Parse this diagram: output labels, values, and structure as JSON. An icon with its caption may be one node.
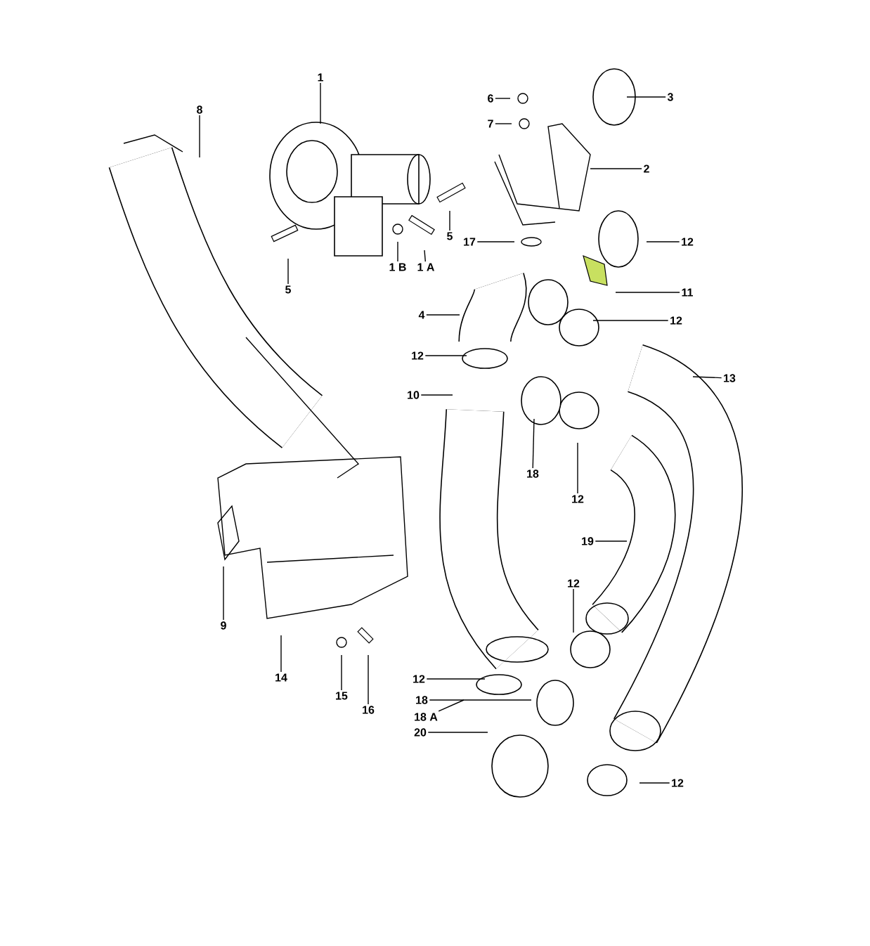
{
  "diagram": {
    "nodes": [
      {
        "text": [
          "1"
        ]
      },
      {
        "text": [
          "3"
        ]
      },
      {
        "text": [
          "6"
        ]
      },
      {
        "text": [
          "8"
        ]
      },
      {
        "text": [
          "7"
        ]
      },
      {
        "text": [
          "2"
        ]
      },
      {
        "text": [
          "5"
        ]
      },
      {
        "text": [
          "17"
        ]
      },
      {
        "text": [
          "12"
        ]
      },
      {
        "text": [
          "1 B"
        ]
      },
      {
        "text": [
          "1 A"
        ]
      },
      {
        "text": [
          "5"
        ]
      },
      {
        "text": [
          "11"
        ]
      },
      {
        "text": [
          "4"
        ]
      },
      {
        "text": [
          "12"
        ]
      },
      {
        "text": [
          "12"
        ]
      },
      {
        "text": [
          "13"
        ]
      },
      {
        "text": [
          "10"
        ]
      },
      {
        "text": [
          "18"
        ]
      },
      {
        "text": [
          "12"
        ]
      },
      {
        "text": [
          "19"
        ]
      },
      {
        "text": [
          "12"
        ]
      },
      {
        "text": [
          "9"
        ]
      },
      {
        "text": [
          "14"
        ]
      },
      {
        "text": [
          "12"
        ]
      },
      {
        "text": [
          "15"
        ]
      },
      {
        "text": [
          "18"
        ]
      },
      {
        "text": [
          "16"
        ]
      },
      {
        "text": [
          "18 A"
        ]
      },
      {
        "text": [
          "20"
        ]
      },
      {
        "text": [
          "12"
        ]
      }
    ],
    "edges": [
      {
        "from": 0,
        "to": null,
        "arrow": "none"
      },
      {
        "from": 1,
        "to": null,
        "arrow": "none"
      },
      {
        "from": 2,
        "to": null,
        "arrow": "none"
      },
      {
        "from": 3,
        "to": null,
        "arrow": "none"
      },
      {
        "from": 4,
        "to": null,
        "arrow": "none"
      },
      {
        "from": 5,
        "to": null,
        "arrow": "none"
      },
      {
        "from": 6,
        "to": null,
        "arrow": "none"
      },
      {
        "from": 7,
        "to": null,
        "arrow": "none"
      },
      {
        "from": 8,
        "to": null,
        "arrow": "none"
      },
      {
        "from": 9,
        "to": null,
        "arrow": "none"
      },
      {
        "from": 10,
        "to": null,
        "arrow": "none"
      },
      {
        "from": 11,
        "to": null,
        "arrow": "none"
      },
      {
        "from": 12,
        "to": null,
        "arrow": "none"
      },
      {
        "from": 13,
        "to": null,
        "arrow": "none"
      },
      {
        "from": 14,
        "to": null,
        "arrow": "none"
      },
      {
        "from": 15,
        "to": null,
        "arrow": "none"
      },
      {
        "from": 16,
        "to": null,
        "arrow": "none"
      },
      {
        "from": 17,
        "to": null,
        "arrow": "none"
      },
      {
        "from": 18,
        "to": null,
        "arrow": "none"
      },
      {
        "from": 19,
        "to": null,
        "arrow": "none"
      },
      {
        "from": 20,
        "to": null,
        "arrow": "none"
      },
      {
        "from": 21,
        "to": null,
        "arrow": "none"
      },
      {
        "from": 22,
        "to": null,
        "arrow": "none"
      },
      {
        "from": 23,
        "to": null,
        "arrow": "none"
      },
      {
        "from": 24,
        "to": null,
        "arrow": "none"
      },
      {
        "from": 25,
        "to": null,
        "arrow": "none"
      },
      {
        "from": 26,
        "to": null,
        "arrow": "none"
      },
      {
        "from": 27,
        "to": null,
        "arrow": "none"
      },
      {
        "from": 28,
        "to": null,
        "arrow": "none"
      },
      {
        "from": 29,
        "to": null,
        "arrow": "none"
      },
      {
        "from": 30,
        "to": null,
        "arrow": "none"
      }
    ]
  }
}
